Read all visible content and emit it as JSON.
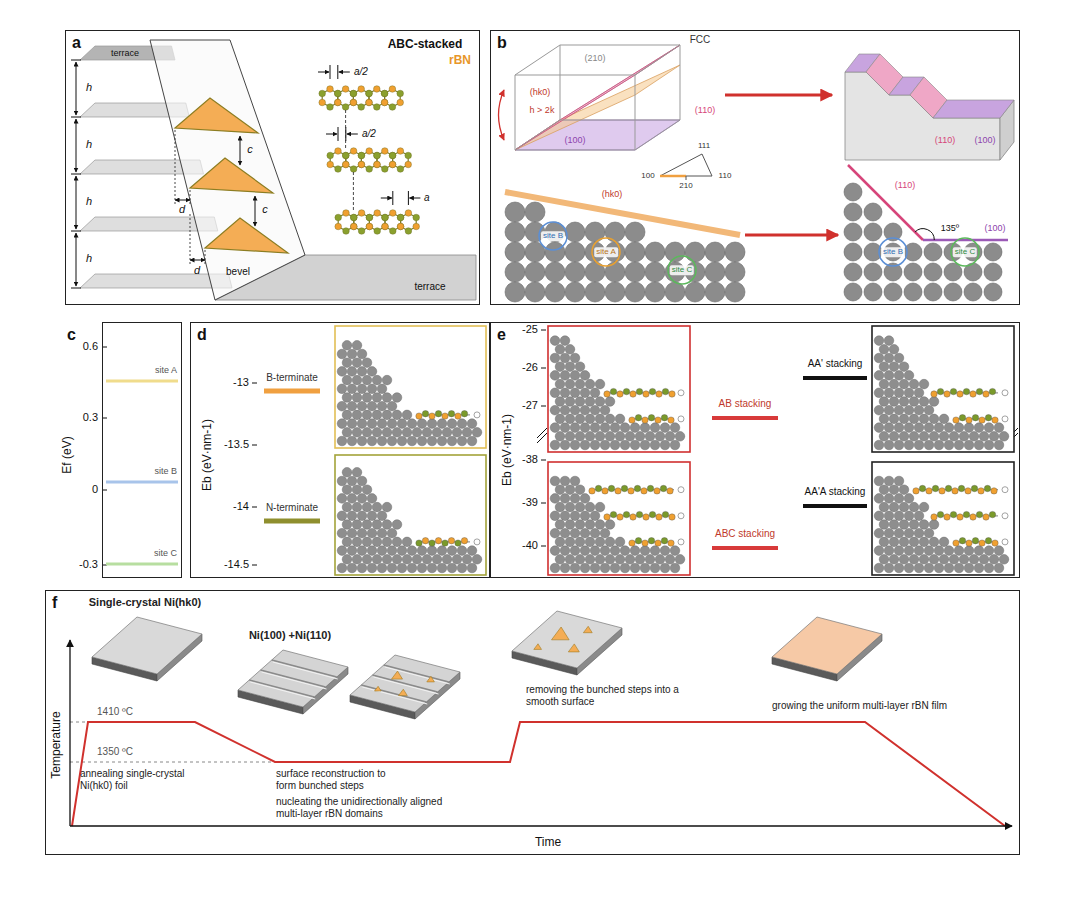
{
  "diagram": {
    "nodes": [
      {
        "text": [
          "a"
        ]
      },
      {
        "text": [
          "b"
        ]
      },
      {
        "text": [
          "c"
        ]
      },
      {
        "text": [
          "d"
        ]
      },
      {
        "text": [
          "e"
        ]
      },
      {
        "text": [
          "f"
        ]
      }
    ],
    "labels": [
      "ABC-stacked",
      "rBN",
      "terrace",
      "h",
      "h",
      "h",
      "h",
      "a/2",
      "a/2",
      "a",
      "d",
      "c",
      "d",
      "c",
      "bevel",
      "terrace",
      "FCC",
      "(210)",
      "(hk0)",
      "h > 2k",
      "(110)",
      "(100)",
      "(110)",
      "(100)",
      "111",
      "100",
      "210",
      "110",
      "(hk0)",
      "site B",
      "site A",
      "site C",
      "(110)",
      "135º",
      "(100)",
      "site B",
      "site C",
      "0.6",
      "0.3",
      "0",
      "-0.3",
      "Ef (eV)",
      "site A",
      "site B",
      "site C",
      "-13",
      "-13.5",
      "-14",
      "-14.5",
      "Eb (eV·nm-1)",
      "B-terminate",
      "N-terminate",
      "-25",
      "-26",
      "-27",
      "-38",
      "-39",
      "-40",
      "Eb (eV·nm-1)",
      "AB stacking",
      "AA' stacking",
      "ABC stacking",
      "AA'A stacking",
      "Single-crystal Ni(hk0)",
      "Ni(100) +Ni(110)",
      "1410 ºC",
      "1350 ºC",
      "Temperature",
      "Time",
      "annealing single-crystal Ni(hk0) foil",
      "surface reconstruction to form bunched steps",
      "nucleating the unidirectionally aligned multi-layer rBN domains",
      "removing the bunched steps into a smooth surface",
      "growing the uniform multi-layer rBN film"
    ]
  }
}
